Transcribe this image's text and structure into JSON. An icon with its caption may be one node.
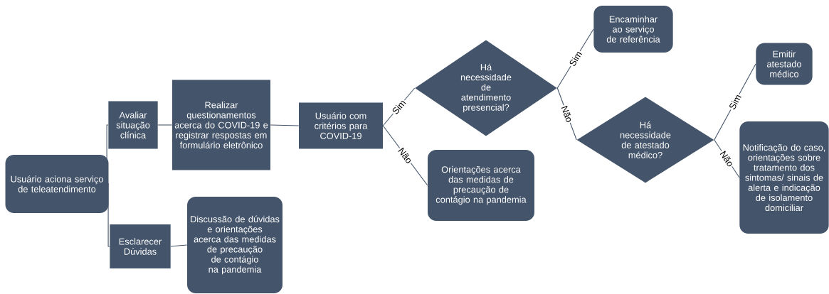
{
  "diagram": {
    "nodes": [
      {
        "text": [
          "Usuário aciona serviço de teleatendimento"
        ]
      },
      {
        "text": [
          "Avaliar situação clínica"
        ]
      },
      {
        "text": [
          "Realizar questionamentos acerca do COVID-19 e registrar respostas em formulário eletrônico"
        ]
      },
      {
        "text": [
          "Esclarecer Dúvidas"
        ]
      },
      {
        "text": [
          "Discussão de dúvidas e orientações acerca das medidas de precaução de contágio na pandemia"
        ]
      },
      {
        "text": [
          "Usuário com critérios para COVID-19"
        ]
      },
      {
        "text": [
          "Há necessidade de atendimento presencial?"
        ]
      },
      {
        "text": [
          "Orientações acerca das medidas de precaução de contágio na pandemia"
        ]
      },
      {
        "text": [
          "Encaminhar ao serviço de referência"
        ]
      },
      {
        "text": [
          "Há necessidade de atestado médico?"
        ]
      },
      {
        "text": [
          "Emitir atestado médico"
        ]
      },
      {
        "text": [
          "Notificação do caso, orientações sobre tratamento dos sintomas/ sinais de alerta e indicação de isolamento domiciliar"
        ]
      }
    ],
    "edges": [
      {
        "from": 0,
        "to": 1,
        "arrow": "none"
      },
      {
        "from": 0,
        "to": 3,
        "arrow": "none"
      },
      {
        "from": 1,
        "to": 2,
        "arrow": "none"
      },
      {
        "from": 3,
        "to": 4,
        "arrow": "none"
      },
      {
        "from": 2,
        "to": 5,
        "arrow": "none"
      },
      {
        "from": 5,
        "to": 6,
        "arrow": "none",
        "label": "Sim"
      },
      {
        "from": 5,
        "to": 7,
        "arrow": "none",
        "label": "Não"
      },
      {
        "from": 6,
        "to": 8,
        "arrow": "none",
        "label": "Sim"
      },
      {
        "from": 6,
        "to": 9,
        "arrow": "none",
        "label": "Não"
      },
      {
        "from": 9,
        "to": 10,
        "arrow": "none",
        "label": "Sim"
      },
      {
        "from": 9,
        "to": 11,
        "arrow": "none",
        "label": "Não"
      }
    ]
  }
}
